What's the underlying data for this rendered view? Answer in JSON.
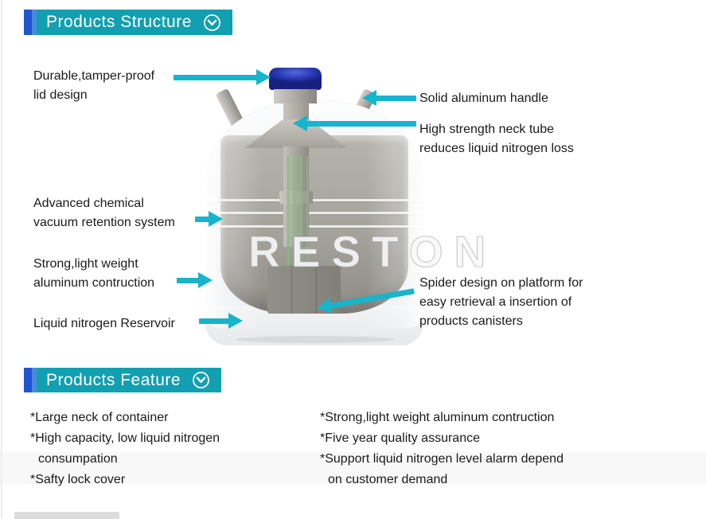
{
  "colors": {
    "accent_arrow": "#17b4cc",
    "banner_teal": "#119fb1",
    "banner_bar_dark": "#1d55d3",
    "banner_bar_light": "#4b87da",
    "cap_blue": "#2b3cb8"
  },
  "watermark": "RESTON",
  "structure_section": {
    "title": "Products Structure",
    "callouts": {
      "lid": [
        "Durable,tamper-proof",
        "lid design"
      ],
      "handle": [
        "Solid aluminum handle"
      ],
      "neck_tube": [
        "High strength neck tube",
        "reduces liquid nitrogen loss"
      ],
      "vacuum": [
        "Advanced chemical",
        "vacuum retention system"
      ],
      "aluminum": [
        "Strong,light weight",
        "aluminum contruction"
      ],
      "reservoir": [
        "Liquid nitrogen Reservoir"
      ],
      "spider": [
        "Spider design on platform for",
        "easy retrieval a insertion of",
        "products canisters"
      ]
    }
  },
  "feature_section": {
    "title": "Products Feature",
    "left_items": [
      "*Large neck of container",
      "*High capacity, low liquid nitrogen",
      "consumpation",
      "*Safty lock cover"
    ],
    "right_items": [
      "*Strong,light weight aluminum contruction",
      "*Five year quality assurance",
      "*Support liquid nitrogen level alarm depend",
      "on customer demand"
    ]
  }
}
